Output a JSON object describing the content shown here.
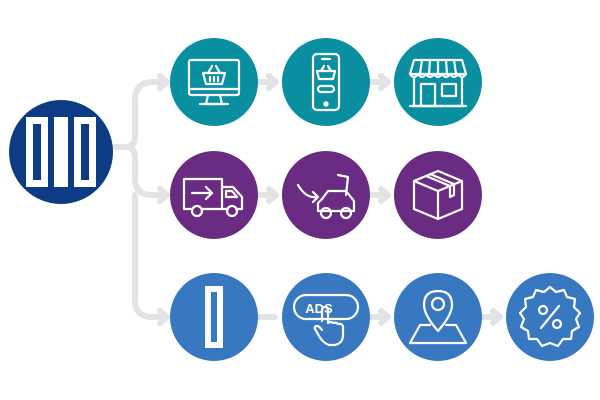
{
  "colors": {
    "brand_navy": "#0d3b84",
    "teal": "#0a8fa1",
    "purple": "#6a2c83",
    "blue": "#3878c0",
    "connector": "#e3e3e3",
    "icon_stroke": "#ffffff"
  },
  "brand": {
    "icon": "brand-logo-icon"
  },
  "rows": [
    {
      "name": "row-online",
      "color": "teal",
      "nodes": [
        {
          "icon": "desktop-shopping-icon"
        },
        {
          "icon": "mobile-shopping-icon"
        },
        {
          "icon": "storefront-icon"
        }
      ]
    },
    {
      "name": "row-delivery",
      "color": "purple",
      "nodes": [
        {
          "icon": "delivery-truck-icon"
        },
        {
          "icon": "car-trunk-pickup-icon"
        },
        {
          "icon": "package-box-icon"
        }
      ]
    },
    {
      "name": "row-advertising",
      "color": "blue",
      "nodes": [
        {
          "icon": "brand-pillar-icon"
        },
        {
          "icon": "ads-click-icon",
          "label": "ADS"
        },
        {
          "icon": "map-pin-icon"
        },
        {
          "icon": "discount-badge-icon"
        }
      ]
    }
  ]
}
